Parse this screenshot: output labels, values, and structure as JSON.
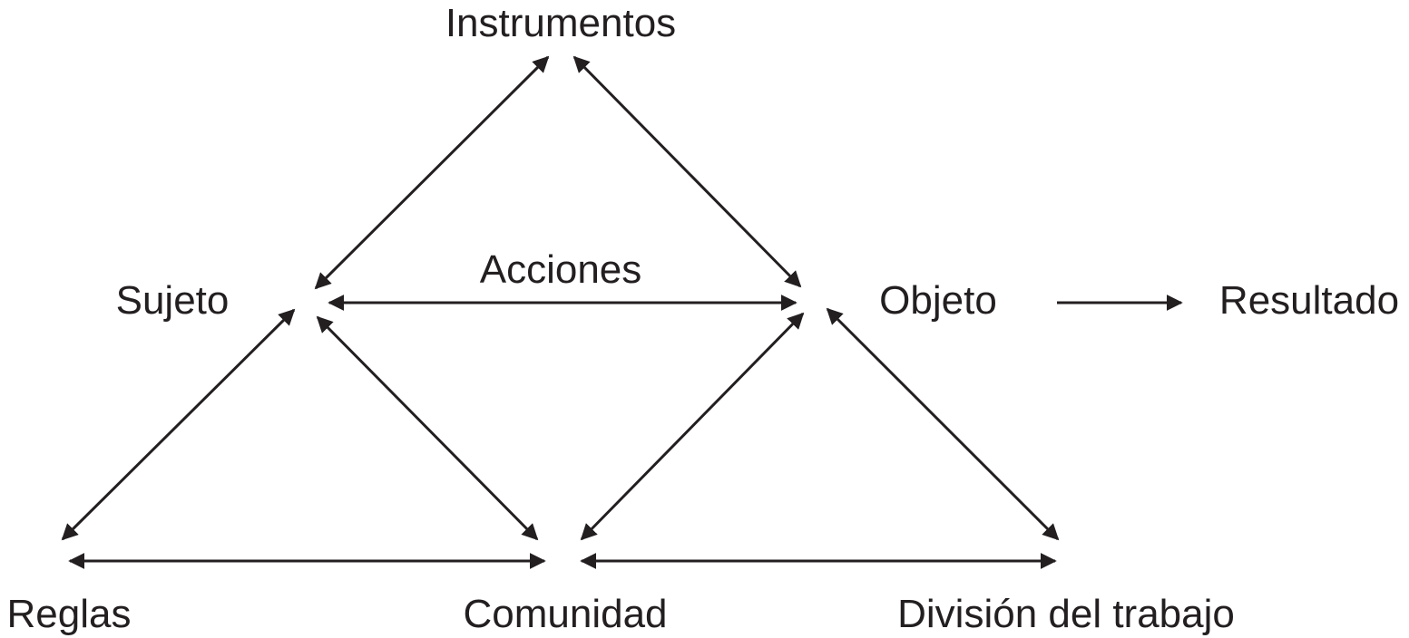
{
  "diagram": {
    "nodes": {
      "instrumentos": "Instrumentos",
      "sujeto": "Sujeto",
      "objeto": "Objeto",
      "resultado": "Resultado",
      "reglas": "Reglas",
      "comunidad": "Comunidad",
      "division": "División del trabajo"
    },
    "edge_label_acciones": "Acciones",
    "edges": [
      {
        "from": "sujeto",
        "to": "instrumentos",
        "direction": "both"
      },
      {
        "from": "instrumentos",
        "to": "objeto",
        "direction": "both"
      },
      {
        "from": "sujeto",
        "to": "objeto",
        "direction": "both",
        "label": "Acciones"
      },
      {
        "from": "objeto",
        "to": "resultado",
        "direction": "forward"
      },
      {
        "from": "sujeto",
        "to": "reglas",
        "direction": "both"
      },
      {
        "from": "sujeto",
        "to": "comunidad",
        "direction": "both"
      },
      {
        "from": "objeto",
        "to": "comunidad",
        "direction": "both"
      },
      {
        "from": "objeto",
        "to": "division",
        "direction": "both"
      },
      {
        "from": "reglas",
        "to": "comunidad",
        "direction": "both"
      },
      {
        "from": "comunidad",
        "to": "division",
        "direction": "both"
      }
    ],
    "colors": {
      "ink": "#231f20",
      "background": "#ffffff"
    }
  }
}
